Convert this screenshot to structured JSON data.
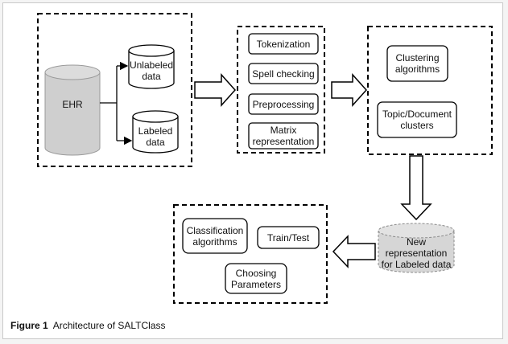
{
  "diagram": {
    "ehr": "EHR",
    "unlabeled": "Unlabeled\ndata",
    "labeled": "Labeled\ndata",
    "tokenization": "Tokenization",
    "spell_checking": "Spell checking",
    "preprocessing": "Preprocessing",
    "matrix": "Matrix\nrepresentation",
    "clustering": "Clustering\nalgorithms",
    "topic_clusters": "Topic/Document\nclusters",
    "new_representation": "New representation\nfor Labeled data",
    "classification": "Classification\nalgorithms",
    "train_test": "Train/Test",
    "choosing": "Choosing\nParameters"
  },
  "caption": {
    "label": "Figure 1",
    "text": "Architecture of SALTClass"
  },
  "colors": {
    "cylinder_fill": "#cfcfcf",
    "cylinder_gray": "#d6d6d6",
    "stroke": "#000000"
  }
}
